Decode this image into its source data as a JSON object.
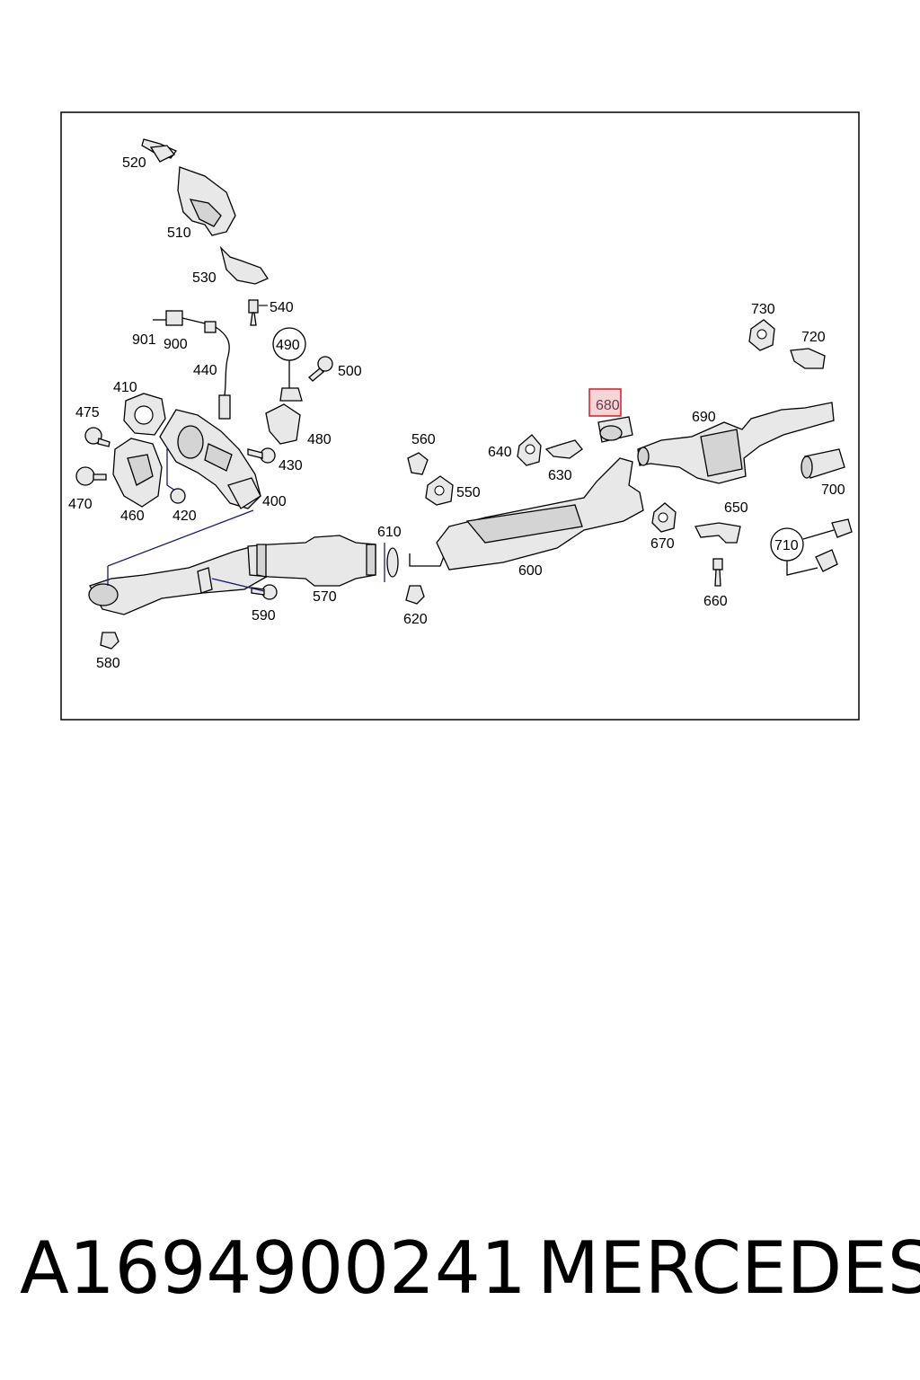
{
  "diagram": {
    "highlighted": "680",
    "highlight_color": "#e0242c",
    "highlight_fill": "#f6d5d7",
    "labels": {
      "l520": "520",
      "l510": "510",
      "l530": "530",
      "l540": "540",
      "l901": "901",
      "l900": "900",
      "l440": "440",
      "l490": "490",
      "l500": "500",
      "l410": "410",
      "l475": "475",
      "l480": "480",
      "l430": "430",
      "l470": "470",
      "l460": "460",
      "l420": "420",
      "l400": "400",
      "l560": "560",
      "l550": "550",
      "l640": "640",
      "l630": "630",
      "l680": "680",
      "l690": "690",
      "l730": "730",
      "l720": "720",
      "l700": "700",
      "l610": "610",
      "l570": "570",
      "l590": "590",
      "l580": "580",
      "l620": "620",
      "l600": "600",
      "l670": "670",
      "l650": "650",
      "l660": "660",
      "l710": "710"
    }
  },
  "footer": {
    "part_number": "A1694900241",
    "brand": "MERCEDES"
  }
}
